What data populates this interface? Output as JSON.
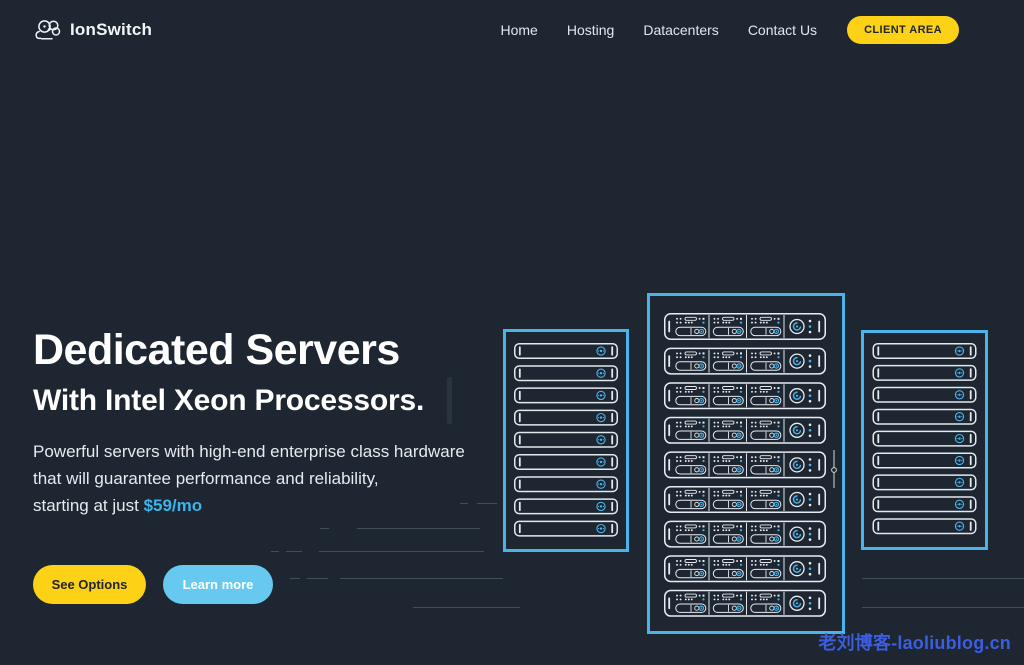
{
  "header": {
    "logo_text": "IonSwitch",
    "nav": [
      {
        "label": "Home"
      },
      {
        "label": "Hosting"
      },
      {
        "label": "Datacenters"
      },
      {
        "label": "Contact Us"
      }
    ],
    "client_area_label": "CLIENT AREA"
  },
  "hero": {
    "title": "Dedicated Servers",
    "subtitle": "With Intel Xeon Processors.",
    "description_line1": "Powerful servers with high-end enterprise class hardware",
    "description_line2": "that will guarantee performance and reliability,",
    "description_line3_prefix": "starting at just ",
    "price": "$59/mo",
    "cta_primary": "See Options",
    "cta_secondary": "Learn more"
  },
  "watermark": {
    "text": "老刘博客-laoliublog.cn"
  },
  "colors": {
    "background": "#1d2631",
    "accent_yellow": "#fdd116",
    "rack_frame_blue": "#4ab3e9",
    "cta_secondary_blue": "#67c9f0",
    "price_blue": "#3cb4ea",
    "watermark_blue": "#3c5ede"
  },
  "illustration": {
    "racks": [
      {
        "name": "left",
        "style": "simple",
        "unit_count": 9
      },
      {
        "name": "middle",
        "style": "detailed",
        "unit_count": 9
      },
      {
        "name": "right",
        "style": "simple",
        "unit_count": 9
      }
    ]
  }
}
